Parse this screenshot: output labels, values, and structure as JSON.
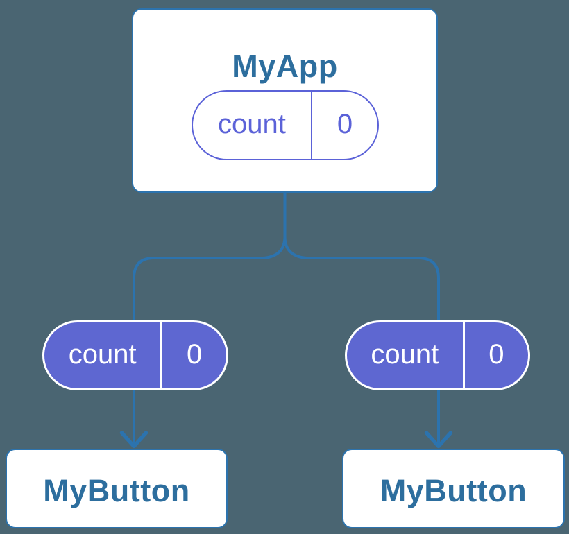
{
  "theme": {
    "colors": {
      "canvas-bg": "#4A6572",
      "card-bg": "#FFFFFF",
      "card-border": "#2C73AE",
      "connector": "#2C73AE",
      "title-text": "#2D6E9E",
      "pill-outline": "#5B62D8",
      "pill-fill": "#5E67D1",
      "pill-fill-text": "#FFFFFF"
    }
  },
  "diagram": {
    "root": {
      "title": "MyApp",
      "state": {
        "label": "count",
        "value": "0"
      }
    },
    "children": [
      {
        "title": "MyButton",
        "state": {
          "label": "count",
          "value": "0"
        }
      },
      {
        "title": "MyButton",
        "state": {
          "label": "count",
          "value": "0"
        }
      }
    ]
  }
}
